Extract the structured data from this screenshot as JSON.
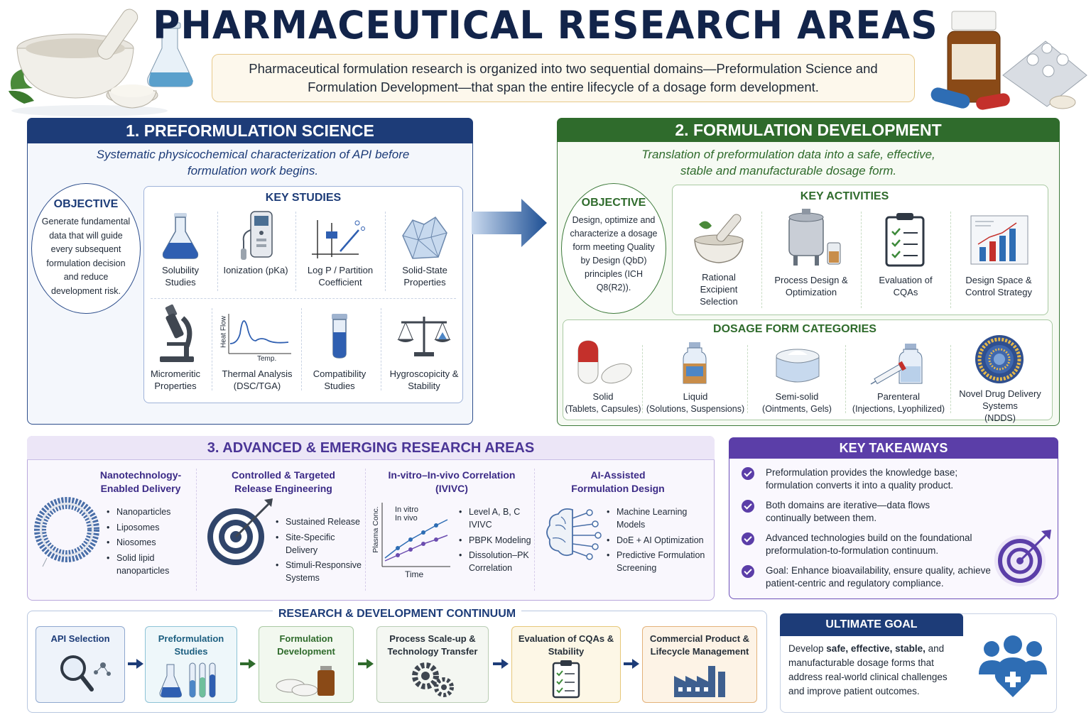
{
  "title": "PHARMACEUTICAL RESEARCH AREAS",
  "intro": "Pharmaceutical formulation research is organized into two sequential domains—Preformulation Science and Formulation Development—that span the entire lifecycle of a dosage form development.",
  "preformulation": {
    "header": "1. PREFORMULATION SCIENCE",
    "subtitle": "Systematic physicochemical characterization of API before formulation work begins.",
    "objective_title": "OBJECTIVE",
    "objective_text": "Generate fundamental data that will guide every subsequent formulation decision and reduce development risk.",
    "key_studies_title": "KEY STUDIES",
    "studies": [
      "Solubility Studies",
      "Ionization (pKa)",
      "Log P / Partition Coefficient",
      "Solid-State Properties",
      "Micromeritic Properties",
      "Thermal Analysis (DSC/TGA)",
      "Compatibility Studies",
      "Hygroscopicity & Stability"
    ],
    "thermal_axis_y": "Heat Flow",
    "thermal_axis_x": "Temp."
  },
  "formulation": {
    "header": "2. FORMULATION DEVELOPMENT",
    "subtitle": "Translation of preformulation data into a safe, effective, stable and manufacturable dosage form.",
    "objective_title": "OBJECTIVE",
    "objective_text": "Design, optimize and characterize a dosage form meeting Quality by Design (QbD) principles (ICH Q8(R2)).",
    "key_activities_title": "KEY ACTIVITIES",
    "activities": [
      "Rational Excipient Selection",
      "Process Design & Optimization",
      "Evaluation of CQAs",
      "Design Space & Control Strategy"
    ],
    "dosage_title": "DOSAGE FORM CATEGORIES",
    "dosage_forms": [
      {
        "name": "Solid",
        "detail": "(Tablets, Capsules)"
      },
      {
        "name": "Liquid",
        "detail": "(Solutions, Suspensions)"
      },
      {
        "name": "Semi-solid",
        "detail": "(Ointments, Gels)"
      },
      {
        "name": "Parenteral",
        "detail": "(Injections, Lyophilized)"
      },
      {
        "name": "Novel Drug Delivery Systems",
        "detail": "(NDDS)"
      }
    ]
  },
  "advanced": {
    "header": "3. ADVANCED & EMERGING RESEARCH AREAS",
    "columns": [
      {
        "title": "Nanotechnology-Enabled Delivery",
        "items": [
          "Nanoparticles",
          "Liposomes",
          "Niosomes",
          "Solid lipid nanoparticles"
        ]
      },
      {
        "title": "Controlled & Targeted Release Engineering",
        "items": [
          "Sustained Release",
          "Site-Specific Delivery",
          "Stimuli-Responsive Systems"
        ]
      },
      {
        "title": "In-vitro–In-vivo Correlation (IVIVC)",
        "items": [
          "Level A, B, C IVIVC",
          "PBPK Modeling",
          "Dissolution–PK Correlation"
        ]
      },
      {
        "title": "AI-Assisted Formulation Design",
        "items": [
          "Machine Learning Models",
          "DoE + AI Optimization",
          "Predictive Formulation Screening"
        ]
      }
    ],
    "ivivc_ylabel": "Plasma Conc.",
    "ivivc_xlabel": "Time",
    "ivivc_legend": [
      "In vitro",
      "In vivo"
    ]
  },
  "takeaways": {
    "header": "KEY TAKEAWAYS",
    "items": [
      "Preformulation provides the knowledge base; formulation converts it into a quality product.",
      "Both domains are iterative—data flows continually between them.",
      "Advanced technologies build on the foundational preformulation-to-formulation continuum.",
      "Goal: Enhance bioavailability, ensure quality, achieve patient-centric and regulatory compliance."
    ]
  },
  "continuum": {
    "header": "RESEARCH & DEVELOPMENT CONTINUUM",
    "steps": [
      "API Selection",
      "Preformulation Studies",
      "Formulation Development",
      "Process Scale-up & Technology Transfer",
      "Evaluation of CQAs & Stability",
      "Commercial Product & Lifecycle Management"
    ]
  },
  "ultimate": {
    "header": "ULTIMATE GOAL",
    "pre": "Develop ",
    "bold": "safe, effective, stable,",
    "post": " and manufacturable dosage forms that address real-world clinical challenges and improve patient outcomes."
  },
  "colors": {
    "navy": "#1d3c78",
    "green": "#2f6b2c",
    "purple": "#5b3ea8",
    "accent_blue": "#2e6db4"
  }
}
